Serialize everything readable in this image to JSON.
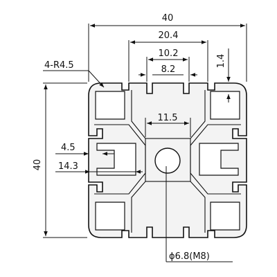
{
  "drawing": {
    "overall_width": "40",
    "overall_height": "40",
    "slot_outer_width": "20.4",
    "slot_opening_width": "10.2",
    "slot_neck_width": "8.2",
    "lip_thickness": "1.4",
    "corner_radius": "4-R4.5",
    "core_width": "11.5",
    "slot_depth_inner": "4.5",
    "slot_depth_outer": "14.3",
    "center_bore": "ϕ6.8(M8)"
  },
  "colors": {
    "line": "#111111",
    "fill": "#f3f3f3",
    "background": "#ffffff"
  }
}
